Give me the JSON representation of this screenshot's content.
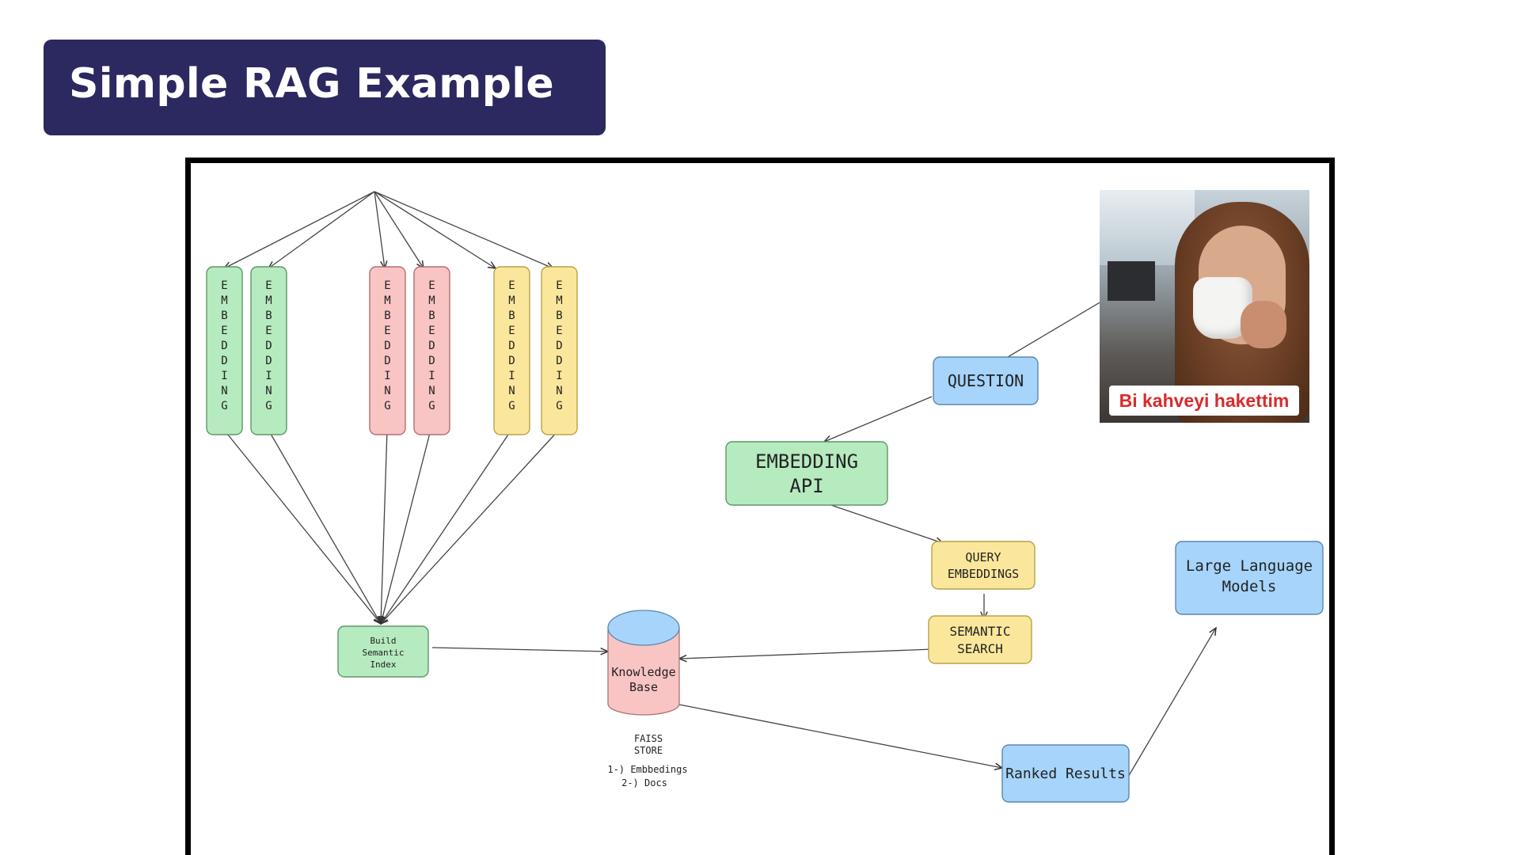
{
  "slide": {
    "title": "Simple RAG Example"
  },
  "colors": {
    "banner": "#2c2860",
    "green": "#b6eabf",
    "pink": "#f8c4c4",
    "yellow": "#fbe79c",
    "blue": "#a6d4fb"
  },
  "diagram": {
    "embedding_label": "EMBEDDING",
    "embedding_chars": [
      "E",
      "M",
      "B",
      "E",
      "D",
      "D",
      "I",
      "N",
      "G"
    ],
    "embedding_colors": [
      "green",
      "green",
      "pink",
      "pink",
      "yellow",
      "yellow"
    ],
    "build_index": [
      "Build",
      "Semantic",
      "Index"
    ],
    "knowledge_base": [
      "Knowledge",
      "Base"
    ],
    "faiss_note": [
      "FAISS",
      "STORE",
      "1-) Embbedings",
      "2-) Docs"
    ],
    "question": "QUESTION",
    "embedding_api": [
      "EMBEDDING",
      "API"
    ],
    "query_embeddings": [
      "QUERY",
      "EMBEDDINGS"
    ],
    "semantic_search": [
      "SEMANTIC",
      "SEARCH"
    ],
    "llm": [
      "Large Language",
      "Models"
    ],
    "ranked_results": "Ranked Results"
  },
  "webcam": {
    "caption": "Bi kahveyi hakettim",
    "icon": "webcam-video-feed"
  }
}
